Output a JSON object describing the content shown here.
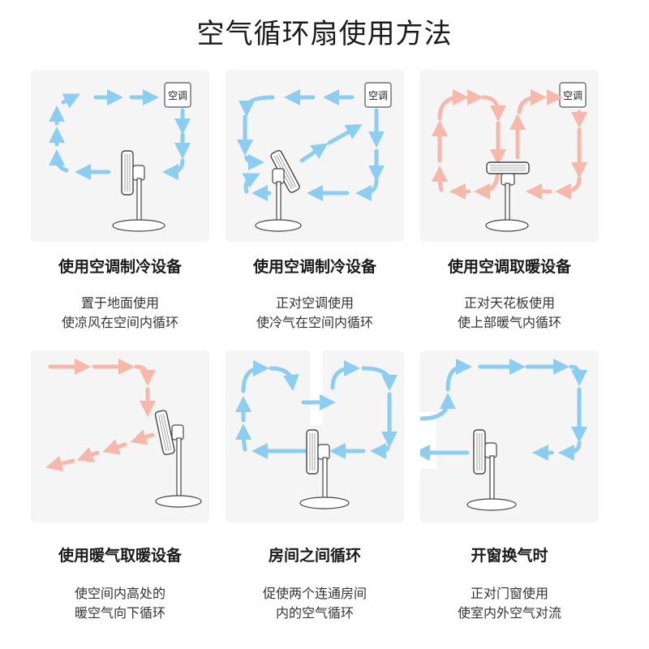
{
  "title": "空气循环扇使用方法",
  "ac_label": "空调",
  "colors": {
    "cool": "#8ecdf2",
    "warm": "#f6b8ab",
    "card_bg": "#f5f5f5"
  },
  "cards": [
    {
      "title": "使用空调制冷设备",
      "desc_line1": "置于地面使用",
      "desc_line2": "使凉风在空间内循环"
    },
    {
      "title": "使用空调制冷设备",
      "desc_line1": "正对空调使用",
      "desc_line2": "使冷气在空间内循环"
    },
    {
      "title": "使用空调取暖设备",
      "desc_line1": "正对天花板使用",
      "desc_line2": "使上部暖气内循环"
    },
    {
      "title": "使用暖气取暖设备",
      "desc_line1": "使空间内高处的",
      "desc_line2": "暖空气向下循环"
    },
    {
      "title": "房间之间循环",
      "desc_line1": "促使两个连通房间",
      "desc_line2": "内的空气循环"
    },
    {
      "title": "开窗换气时",
      "desc_line1": "正对门窗使用",
      "desc_line2": "使室内外空气对流"
    }
  ]
}
